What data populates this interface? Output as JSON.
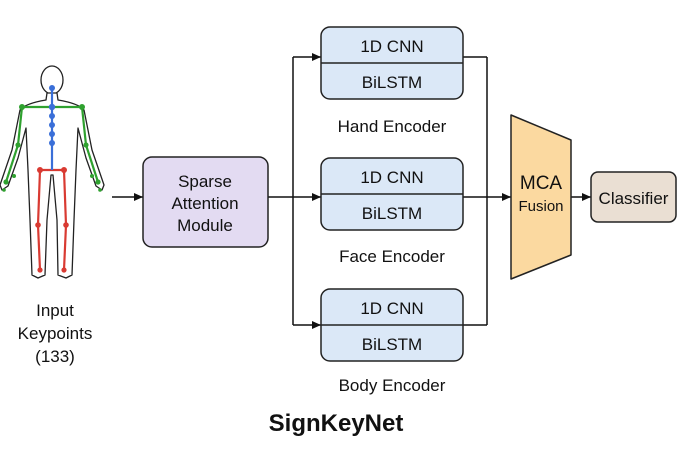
{
  "input": {
    "line1": "Input",
    "line2": "Keypoints",
    "line3": "(133)"
  },
  "attention": {
    "line1": "Sparse",
    "line2": "Attention",
    "line3": "Module"
  },
  "encoders": [
    {
      "top": "1D CNN",
      "bottom": "BiLSTM",
      "caption": "Hand Encoder"
    },
    {
      "top": "1D CNN",
      "bottom": "BiLSTM",
      "caption": "Face Encoder"
    },
    {
      "top": "1D CNN",
      "bottom": "BiLSTM",
      "caption": "Body Encoder"
    }
  ],
  "fusion": {
    "line1": "MCA",
    "line2": "Fusion"
  },
  "classifier": {
    "label": "Classifier"
  },
  "title": "SignKeyNet",
  "colors": {
    "attention_fill": "#e3dbf2",
    "encoder_fill": "#dbe8f7",
    "fusion_fill": "#fbd9a0",
    "classifier_fill": "#eadfd3",
    "skeleton_arms": "#2fa12f",
    "skeleton_spine": "#3a6fd8",
    "skeleton_legs": "#d93a32"
  }
}
